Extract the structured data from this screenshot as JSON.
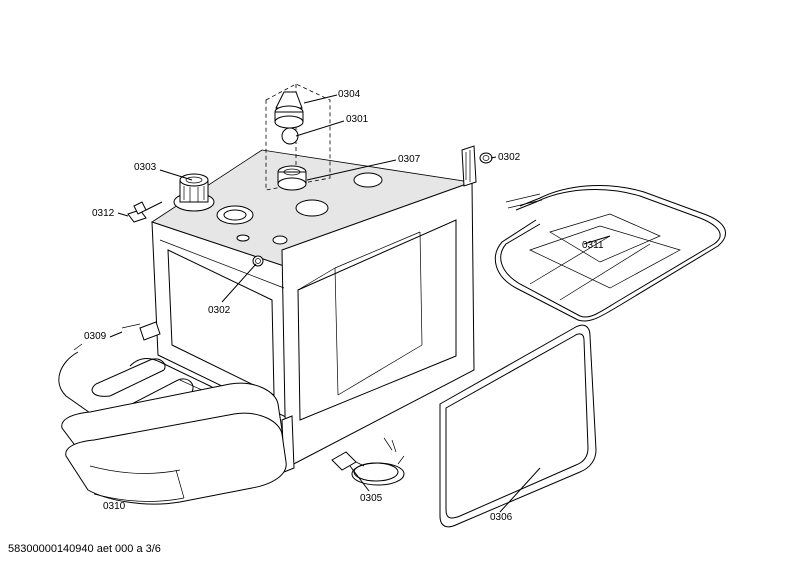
{
  "parts": [
    {
      "id": "p0304",
      "label": "0304",
      "icon": "lamp-cover-icon"
    },
    {
      "id": "p0301",
      "label": "0301",
      "icon": "bulb-icon"
    },
    {
      "id": "p0307",
      "label": "0307",
      "icon": "lamp-socket-icon"
    },
    {
      "id": "p0302a",
      "label": "0302",
      "icon": "plug-icon"
    },
    {
      "id": "p0303",
      "label": "0303",
      "icon": "fan-motor-icon"
    },
    {
      "id": "p0312",
      "label": "0312",
      "icon": "thermostat-icon"
    },
    {
      "id": "p0311",
      "label": "0311",
      "icon": "grill-element-icon"
    },
    {
      "id": "p0302b",
      "label": "0302",
      "icon": "plug-icon"
    },
    {
      "id": "p0309",
      "label": "0309",
      "icon": "bottom-heater-icon"
    },
    {
      "id": "p0305",
      "label": "0305",
      "icon": "cable-icon"
    },
    {
      "id": "p0306",
      "label": "0306",
      "icon": "door-seal-icon"
    },
    {
      "id": "p0310",
      "label": "0310",
      "icon": "insulation-icon"
    }
  ],
  "footer": "58300000140940 aet 000 a 3/6"
}
